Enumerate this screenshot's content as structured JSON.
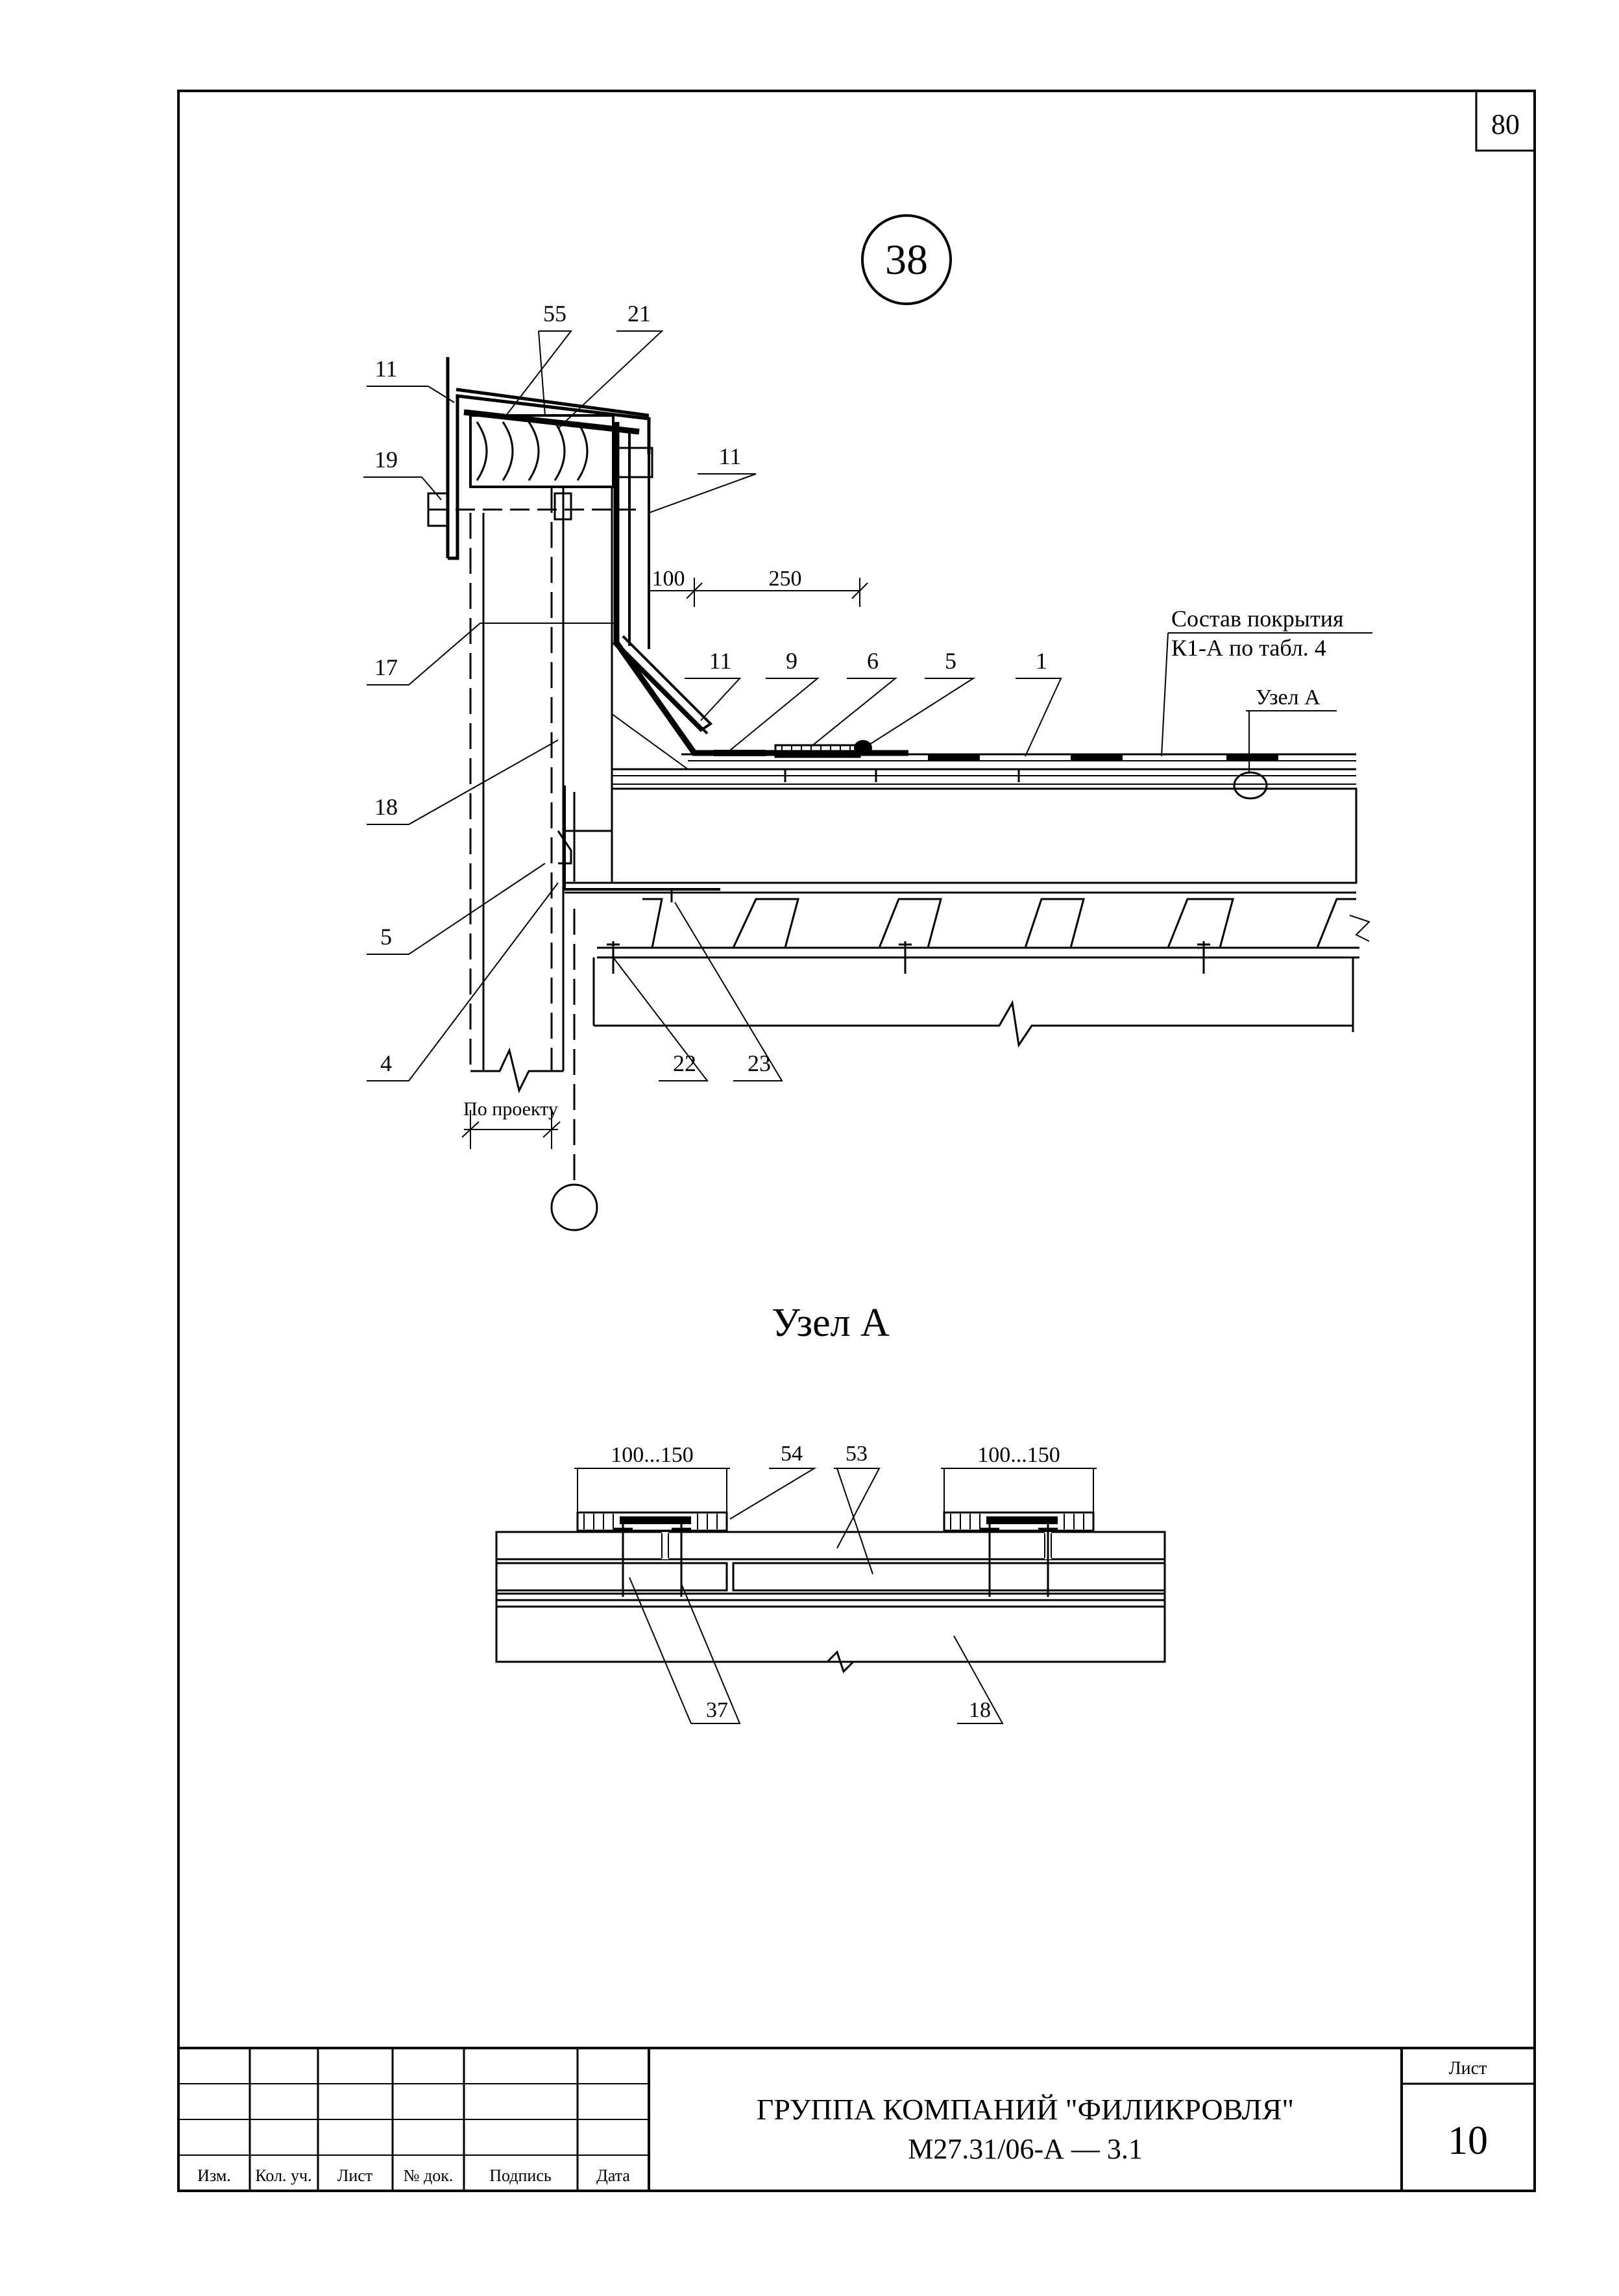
{
  "page_number": "80",
  "detail_number": "38",
  "callouts_main": [
    "55",
    "21",
    "11",
    "19",
    "11",
    "17",
    "11",
    "9",
    "6",
    "5",
    "1",
    "18",
    "5",
    "4",
    "22",
    "23"
  ],
  "dimensions": {
    "d100": "100",
    "d250": "250",
    "by_project": "По проекту"
  },
  "coating_note": {
    "line1": "Состав покрытия",
    "line2": "К1-А по табл. 4"
  },
  "node_ref": "Узел А",
  "node_title": "Узел А",
  "node_dims": [
    "100...150",
    "100...150"
  ],
  "node_callouts": {
    "c54": "54",
    "c53": "53",
    "c37": "37",
    "c18": "18"
  },
  "title_block": {
    "columns": [
      "Изм.",
      "Кол. уч.",
      "Лист",
      "№ док.",
      "Подпись",
      "Дата"
    ],
    "company": "ГРУППА КОМПАНИЙ \"ФИЛИКРОВЛЯ\"",
    "doc_code": "М27.31/06-А — 3.1",
    "sheet_label": "Лист",
    "sheet_number": "10"
  }
}
